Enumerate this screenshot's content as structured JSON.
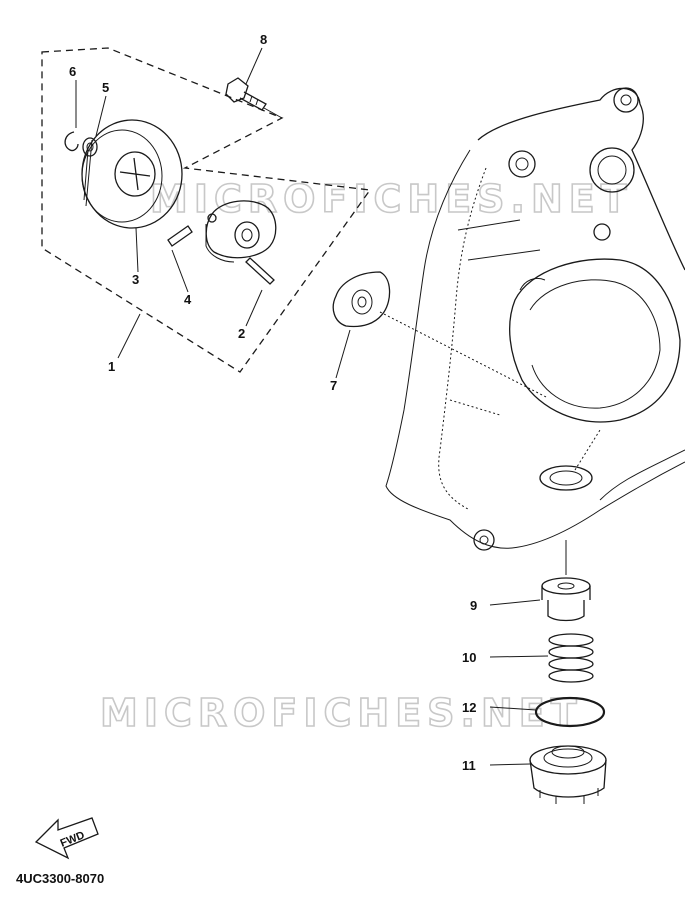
{
  "watermark": "MICROFICHES.NET",
  "diagram_code": "4UC3300-8070",
  "fwd_label": "FWD",
  "callouts": [
    {
      "id": "1",
      "part": "oil-pump-assembly"
    },
    {
      "id": "2",
      "part": "screw"
    },
    {
      "id": "3",
      "part": "gear"
    },
    {
      "id": "4",
      "part": "pin"
    },
    {
      "id": "5",
      "part": "washer"
    },
    {
      "id": "6",
      "part": "circlip"
    },
    {
      "id": "7",
      "part": "gasket"
    },
    {
      "id": "8",
      "part": "bolt"
    },
    {
      "id": "9",
      "part": "strainer-cap"
    },
    {
      "id": "10",
      "part": "spring"
    },
    {
      "id": "11",
      "part": "drain-plug"
    },
    {
      "id": "12",
      "part": "o-ring"
    }
  ]
}
